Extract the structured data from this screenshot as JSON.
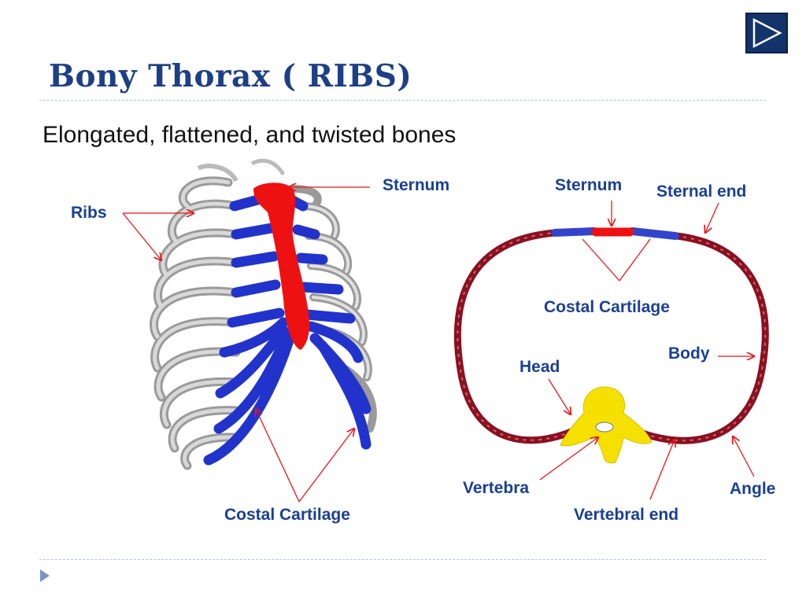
{
  "slide": {
    "title": "Bony Thorax ( RIBS)",
    "subtitle": "Elongated, flattened, and twisted bones"
  },
  "labels": {
    "left": {
      "ribs": "Ribs",
      "sternum": "Sternum",
      "costal_cartilage": "Costal Cartilage"
    },
    "right": {
      "sternum": "Sternum",
      "sternal_end": "Sternal end",
      "costal_cartilage": "Costal Cartilage",
      "body": "Body",
      "head": "Head",
      "vertebra": "Vertebra",
      "vertebral_end": "Vertebral end",
      "angle": "Angle"
    }
  },
  "icons": {
    "next_slide": "play-triangle-icon",
    "bullet": "triangle-bullet-icon"
  },
  "colors": {
    "title": "#1d3f86",
    "label": "#1a3f93",
    "sternum": "#ee1111",
    "cartilage": "#2233cc",
    "rib_bone": "#8b1020",
    "vertebra": "#f5e000",
    "pointer": "#e8161b",
    "nav_button": "#13346a"
  }
}
